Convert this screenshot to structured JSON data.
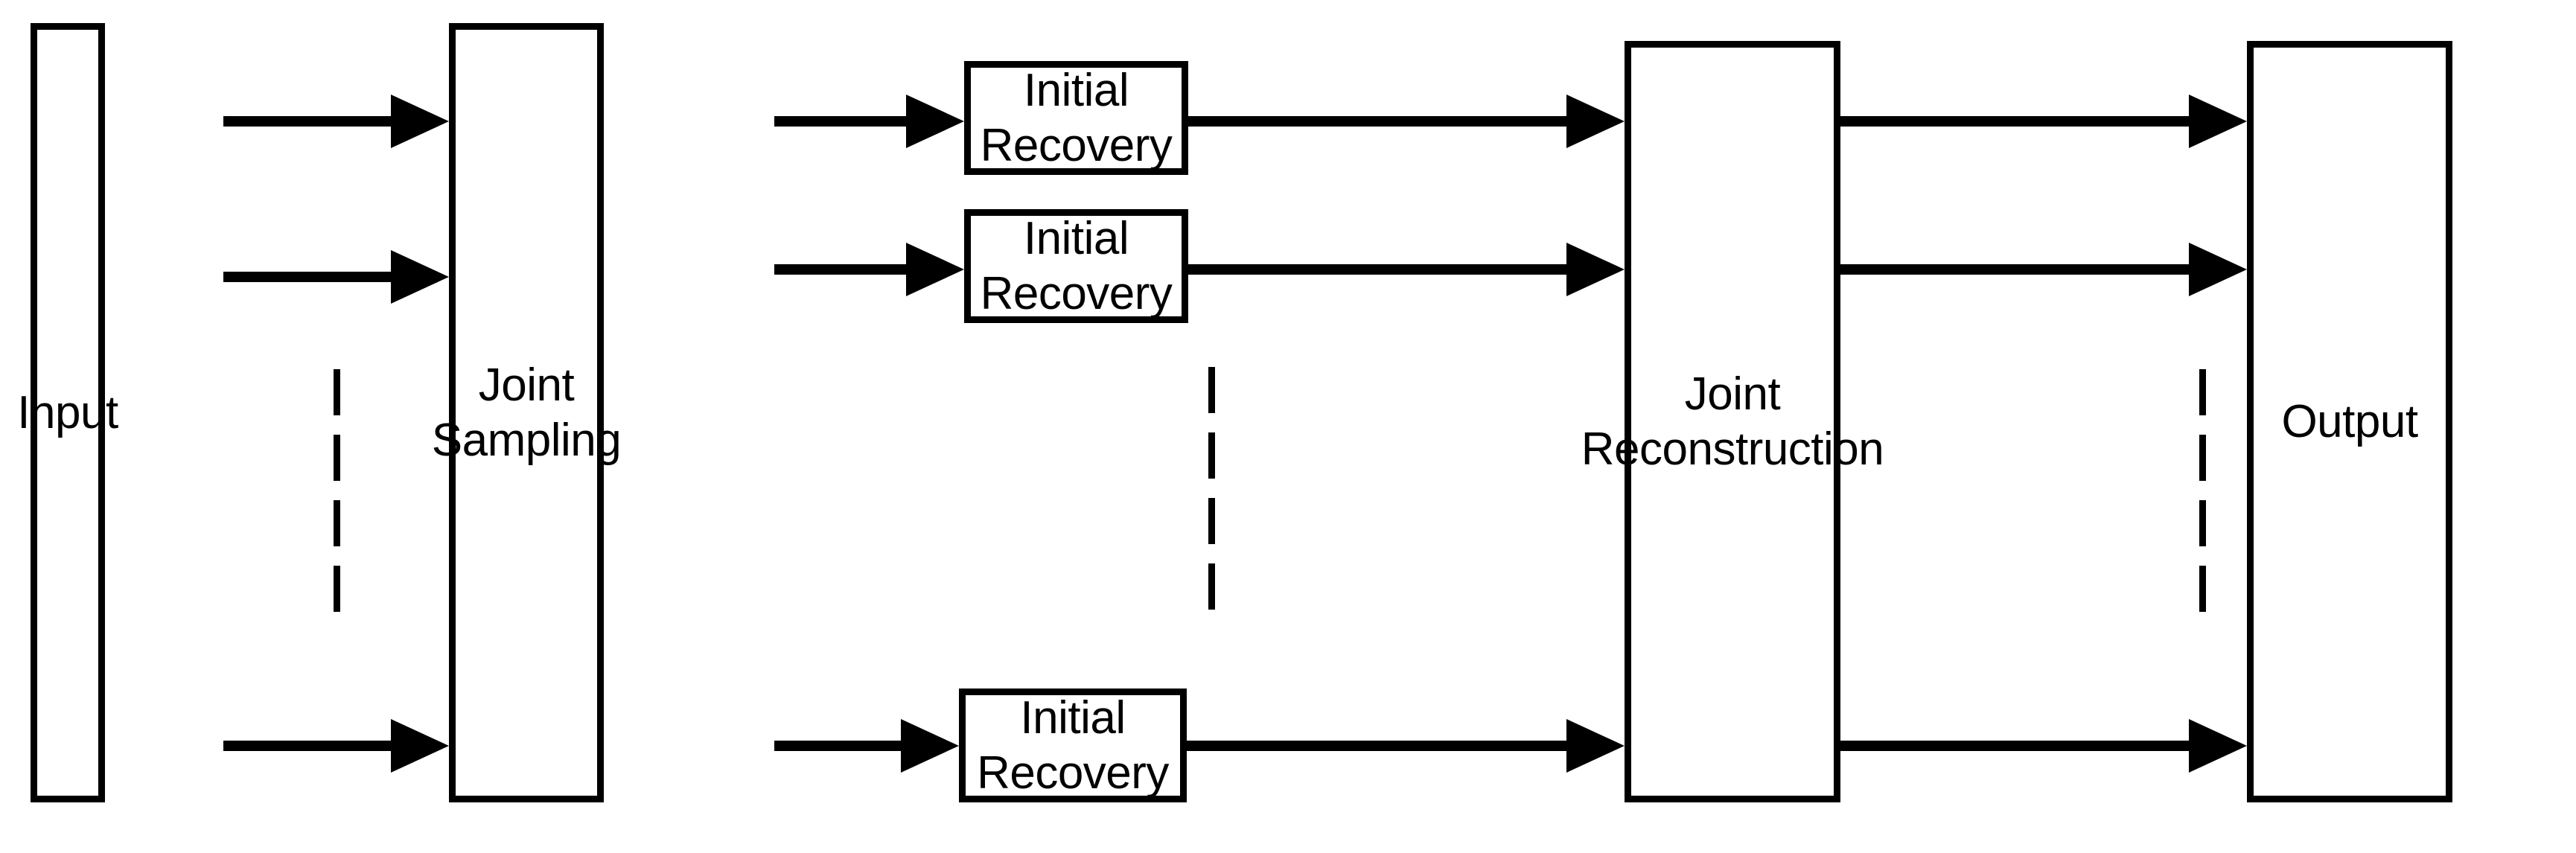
{
  "diagram": {
    "title": "Joint sampling and reconstruction block diagram",
    "background_color": "#ffffff",
    "line_color": "#000000",
    "nodes": {
      "input": {
        "label": "Input"
      },
      "joint_sampling": {
        "label": "Joint\nSampling"
      },
      "initial_recovery_1": {
        "label": "Initial Recovery"
      },
      "initial_recovery_2": {
        "label": "Initial Recovery"
      },
      "initial_recovery_3": {
        "label": "Initial Recovery"
      },
      "joint_reconstruction": {
        "label": "Joint\nReconstruction"
      },
      "output": {
        "label": "Output"
      }
    },
    "ellipsis": {
      "input_to_sampling": "vertical-dashed-ellipsis",
      "between_recoveries": "vertical-dashed-ellipsis",
      "reconstruction_to_output": "vertical-dashed-ellipsis"
    },
    "arrows": [
      {
        "name": "input-to-sampling-1",
        "from": "input",
        "to": "joint_sampling"
      },
      {
        "name": "input-to-sampling-2",
        "from": "input",
        "to": "joint_sampling"
      },
      {
        "name": "input-to-sampling-n",
        "from": "input",
        "to": "joint_sampling"
      },
      {
        "name": "sampling-to-recovery-1",
        "from": "joint_sampling",
        "to": "initial_recovery_1"
      },
      {
        "name": "sampling-to-recovery-2",
        "from": "joint_sampling",
        "to": "initial_recovery_2"
      },
      {
        "name": "sampling-to-recovery-n",
        "from": "joint_sampling",
        "to": "initial_recovery_3"
      },
      {
        "name": "recovery-1-to-reconstruction",
        "from": "initial_recovery_1",
        "to": "joint_reconstruction"
      },
      {
        "name": "recovery-2-to-reconstruction",
        "from": "initial_recovery_2",
        "to": "joint_reconstruction"
      },
      {
        "name": "recovery-n-to-reconstruction",
        "from": "initial_recovery_3",
        "to": "joint_reconstruction"
      },
      {
        "name": "reconstruction-to-output-1",
        "from": "joint_reconstruction",
        "to": "output"
      },
      {
        "name": "reconstruction-to-output-2",
        "from": "joint_reconstruction",
        "to": "output"
      },
      {
        "name": "reconstruction-to-output-n",
        "from": "joint_reconstruction",
        "to": "output"
      }
    ]
  }
}
